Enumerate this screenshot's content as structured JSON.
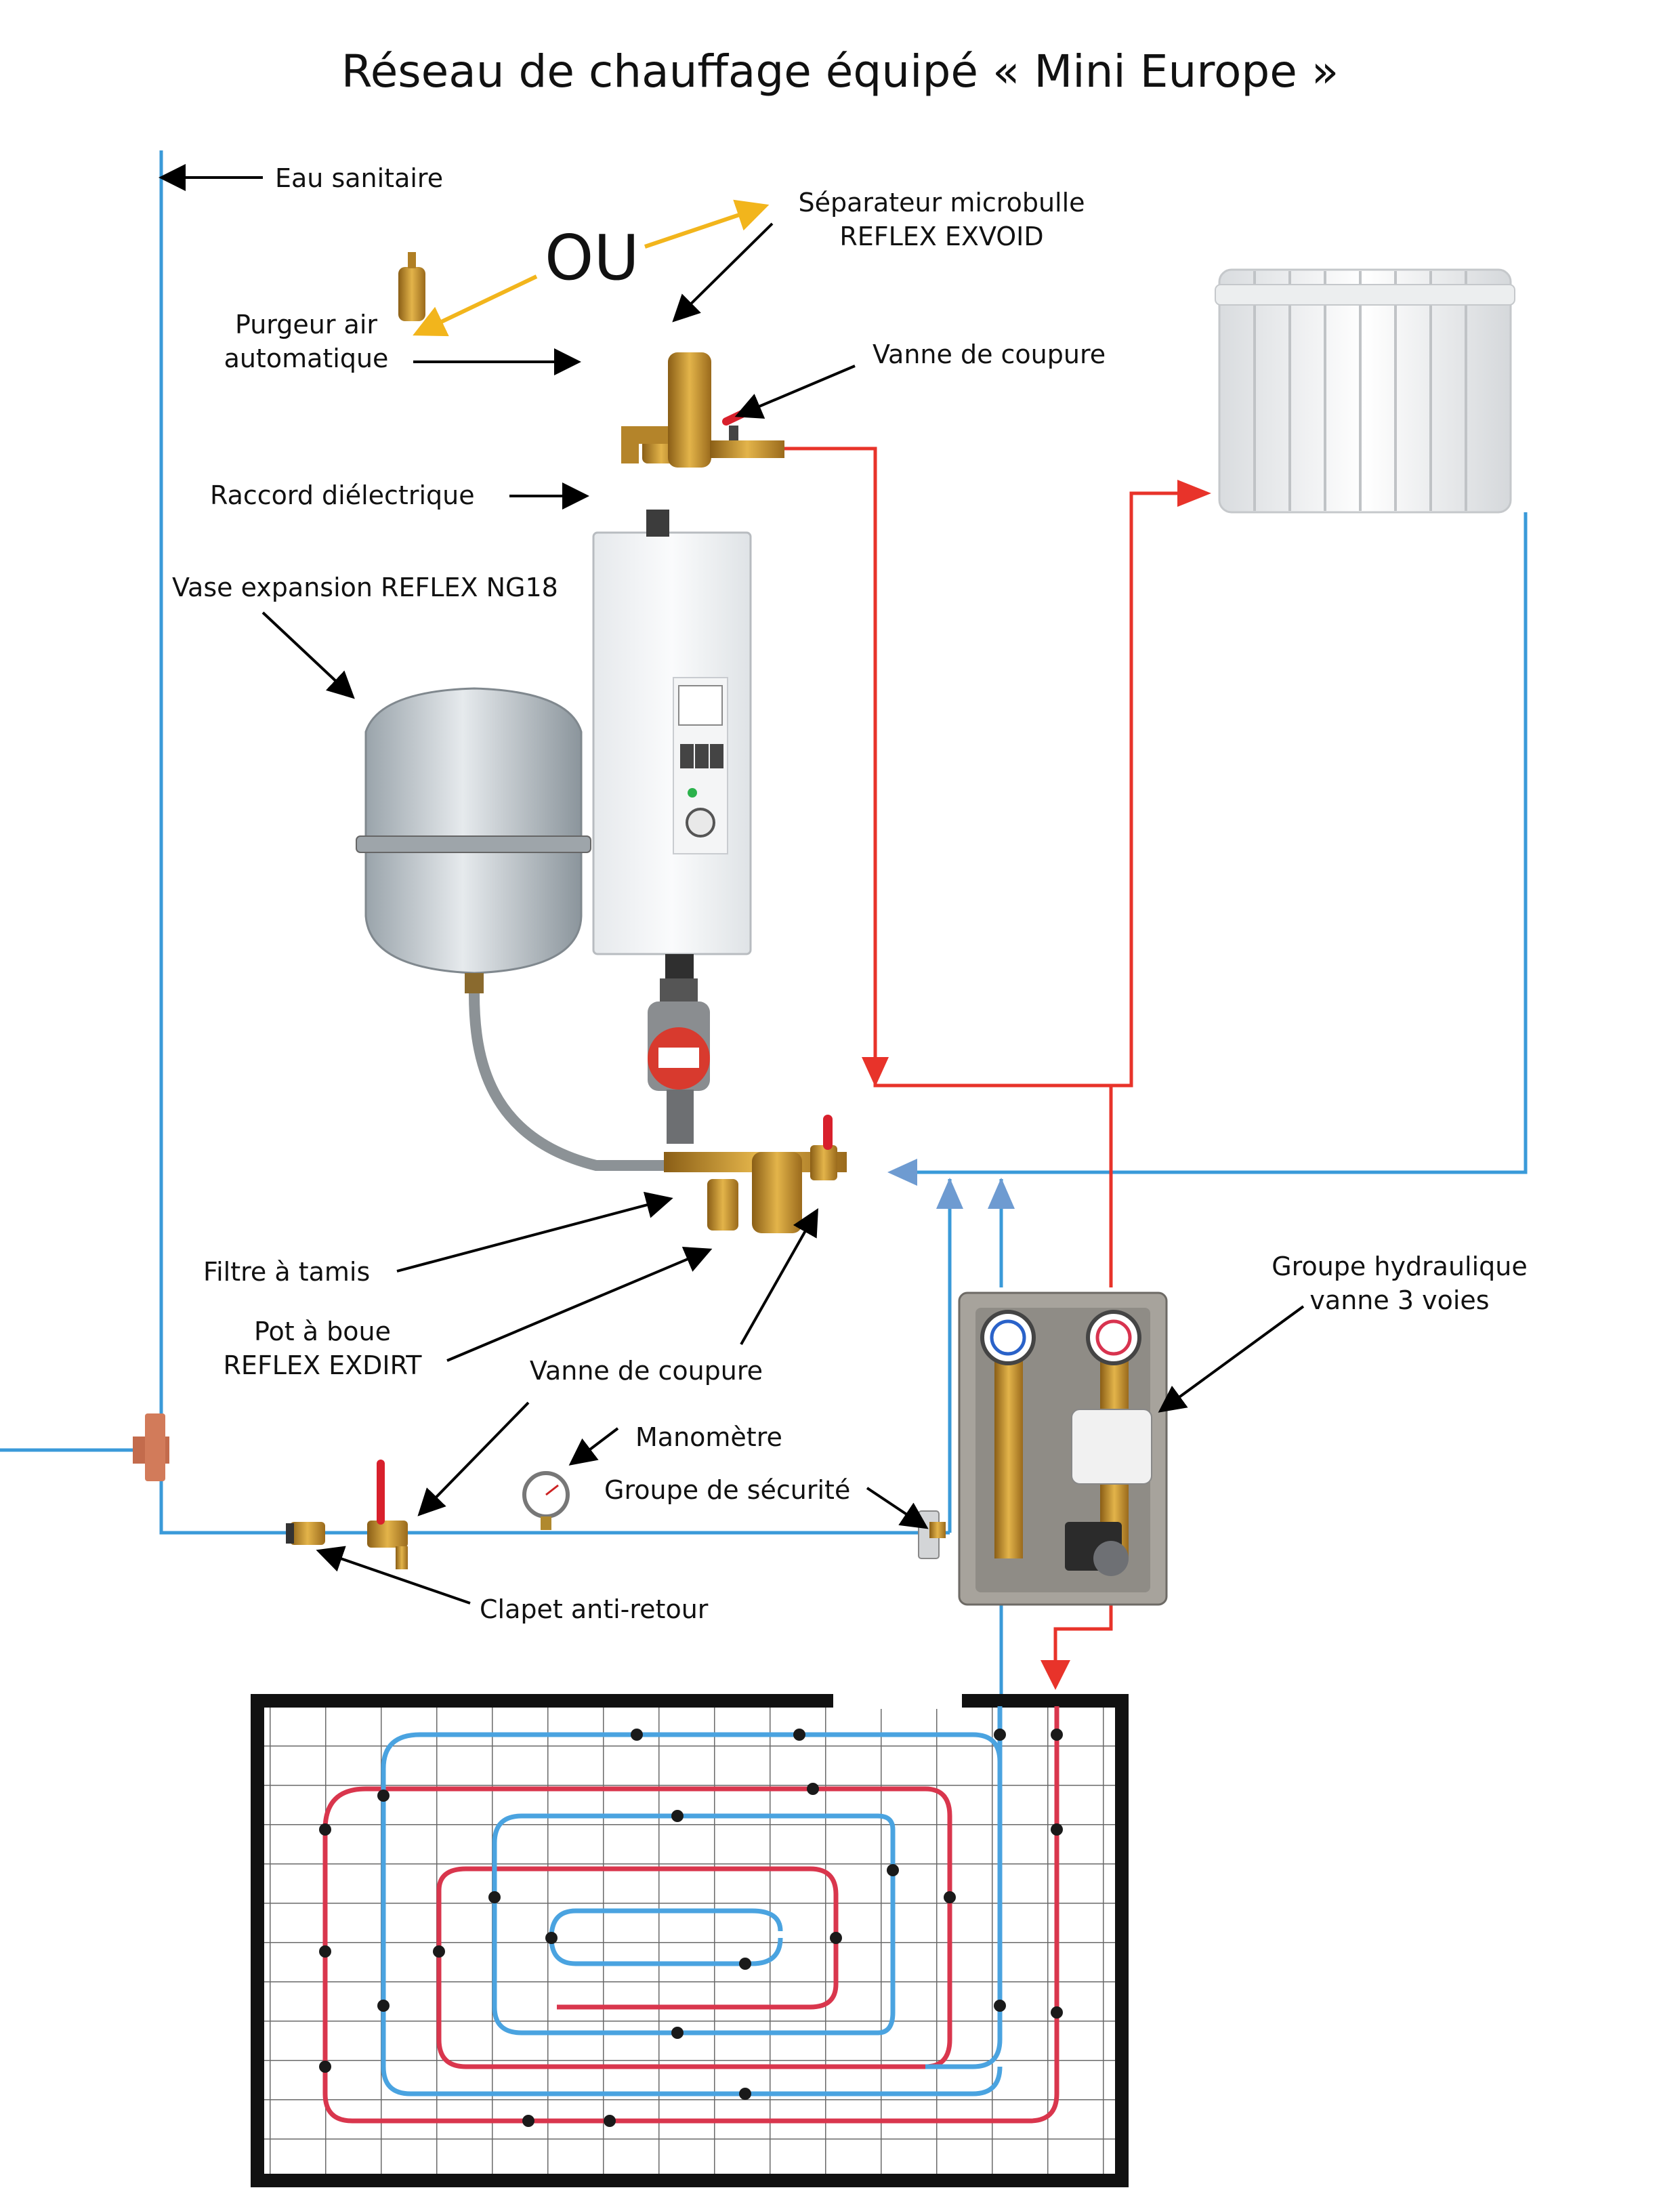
{
  "title": "Réseau de chauffage équipé « Mini Europe »",
  "ou": "OU",
  "labels": {
    "eau_sanitaire": "Eau sanitaire",
    "separateur_1": "Séparateur microbulle",
    "separateur_2": "REFLEX EXVOID",
    "purgeur_1": "Purgeur air",
    "purgeur_2": "automatique",
    "vanne_coupure_top": "Vanne de coupure",
    "raccord": "Raccord diélectrique",
    "vase": "Vase expansion REFLEX NG18",
    "filtre": "Filtre à tamis",
    "pot_1": "Pot à boue",
    "pot_2": "REFLEX EXDIRT",
    "vanne_coupure_bottom": "Vanne de coupure",
    "manometre": "Manomètre",
    "groupe_securite": "Groupe de sécurité",
    "clapet": "Clapet anti-retour",
    "groupe_hydro_1": "Groupe hydraulique",
    "groupe_hydro_2": "vanne 3 voies"
  },
  "colors": {
    "cold": "#3a9ad9",
    "hot": "#e8332a",
    "cold_floor": "#4aa3e0",
    "hot_floor": "#d9364d",
    "arrow_yellow": "#f2b51c",
    "brass": "#c9962e"
  }
}
